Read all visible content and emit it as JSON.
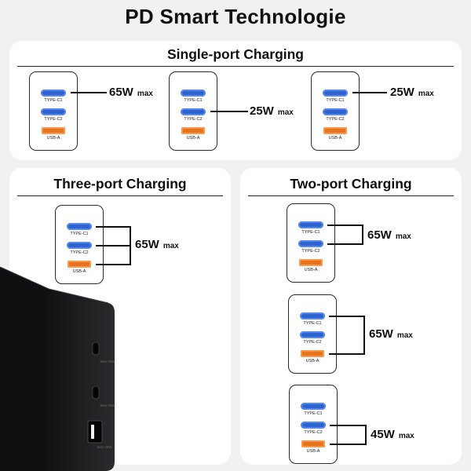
{
  "header": {
    "title": "PD Smart Technologie"
  },
  "ports": {
    "c1": "TYPE-C1",
    "c2": "TYPE-C2",
    "a": "USB-A"
  },
  "single": {
    "title": "Single-port Charging",
    "items": [
      {
        "watt": "65W",
        "max": "max"
      },
      {
        "watt": "25W",
        "max": "max"
      },
      {
        "watt": "25W",
        "max": "max"
      }
    ]
  },
  "three": {
    "title": "Three-port Charging",
    "watt": "65W",
    "max": "max"
  },
  "two": {
    "title": "Two-port Charging",
    "items": [
      {
        "watt": "65W",
        "max": "max"
      },
      {
        "watt": "65W",
        "max": "max"
      },
      {
        "watt": "45W",
        "max": "max"
      }
    ]
  },
  "charger": {
    "body_color": "#1b1c1e",
    "usb_c_label": "Max 65W",
    "usb_a_label": "Max 22W"
  },
  "colors": {
    "usb_c": "#2e62cf",
    "usb_a": "#e8731c",
    "panel": "#ffffff",
    "background": "#f1f1f1"
  }
}
